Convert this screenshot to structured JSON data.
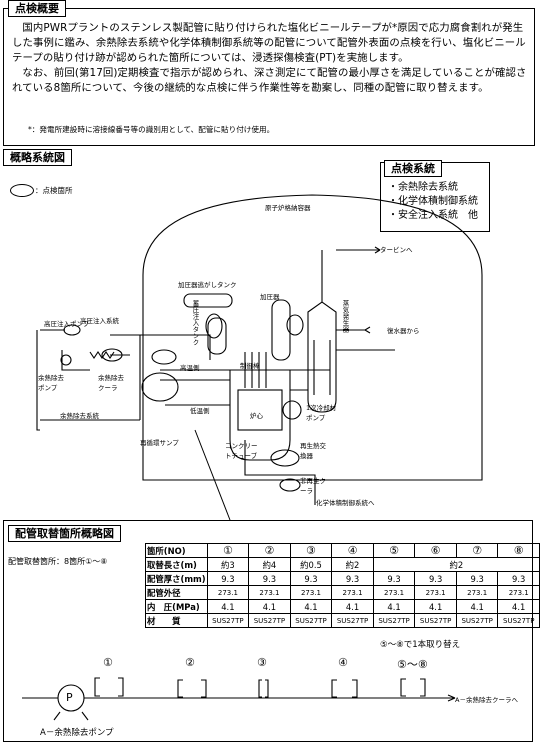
{
  "overview": {
    "header": "点検概要",
    "paragraph1": "国内PWRプラントのステンレス製配管に貼り付けられた塩化ビニールテープが*原因で応力腐食割れが発生した事例に鑑み、余熱除去系統や化学体積制御系統等の配管について配管外表面の点検を行い、塩化ビニールテープの貼り付け跡が認められた箇所については、浸透探傷検査(PT)を実施します。",
    "paragraph2": "なお、前回(第17回)定期検査で指示が認められ、深さ測定にて配管の最小厚さを満足していることが確認されている8箇所について、今後の継続的な点検に伴う作業性等を勘案し、同種の配管に取り替えます。",
    "note": "*：発電所建設時に溶接線番号等の識別用として、配管に貼り付け使用。"
  },
  "schematic": {
    "header": "概略系統図",
    "legend": "：点検箇所",
    "labels": {
      "containment": "原子炉格納容器",
      "turbine": "タービンへ",
      "feedwater": "復水器から",
      "pressurizer_relief": "加圧器逃がしタンク",
      "pressurizer": "加圧器",
      "steam_generator": "蒸気発生器",
      "hp_injection_pump": "高圧注入ポンプ",
      "hp_injection_system": "高圧注入系統",
      "rhr_pump": "余熱除去ポンプ",
      "rhr_cooler": "余熱除去クーラ",
      "accumulator": "蓄圧注入タンク",
      "reactor": "炉心",
      "control_rods": "制御棒",
      "cold_leg": "低温側",
      "hot_leg": "高温側",
      "rcp": "1次冷却材ポンプ",
      "regen_hx": "再生熱交換器",
      "non_regen_cooler": "非再生クーラ",
      "sump": "再循環サンプ",
      "concrete_chute": "コンクリートチューブ",
      "cvcs": "化学体積制御系統",
      "rhr_system": "余熱除去系統",
      "plug": "再生",
      "chemical": "化学体積制御系統へ"
    }
  },
  "inspection_systems": {
    "header": "点検系統",
    "items": [
      "・余熱除去系統",
      "・化学体積制御系統",
      "・安全注入系統　他"
    ]
  },
  "replacement": {
    "header": "配管取替箇所概略図",
    "count_label": "配管取替箇所：8箇所①～⑧",
    "table": {
      "col_header": "箇所(NO)",
      "columns": [
        "①",
        "②",
        "③",
        "④",
        "⑤",
        "⑥",
        "⑦",
        "⑧"
      ],
      "rows": [
        {
          "label": "取替長さ(m)",
          "cells": [
            "約3",
            "約4",
            "約0.5",
            "約2",
            "約2"
          ]
        },
        {
          "label": "配管厚さ(mm)",
          "cells": [
            "9.3",
            "9.3",
            "9.3",
            "9.3",
            "9.3",
            "9.3",
            "9.3",
            "9.3"
          ]
        },
        {
          "label": "配管外径",
          "cells": [
            "273.1",
            "273.1",
            "273.1",
            "273.1",
            "273.1",
            "273.1",
            "273.1",
            "273.1"
          ]
        },
        {
          "label": "内　圧(MPa)",
          "cells": [
            "4.1",
            "4.1",
            "4.1",
            "4.1",
            "4.1",
            "4.1",
            "4.1",
            "4.1"
          ]
        },
        {
          "label": "材　　質",
          "cells": [
            "SUS27TP",
            "SUS27TP",
            "SUS27TP",
            "SUS27TP",
            "SUS27TP",
            "SUS27TP",
            "SUS27TP",
            "SUS27TP"
          ]
        }
      ]
    },
    "note_5_8": "⑤～⑧で1本取り替え",
    "markers": [
      "①",
      "②",
      "③",
      "④",
      "⑤～⑧"
    ],
    "pump_symbol": "P",
    "pump_label": "A－余熱除去ポンプ",
    "cooler_label": "A－余熱除去クーラへ"
  }
}
